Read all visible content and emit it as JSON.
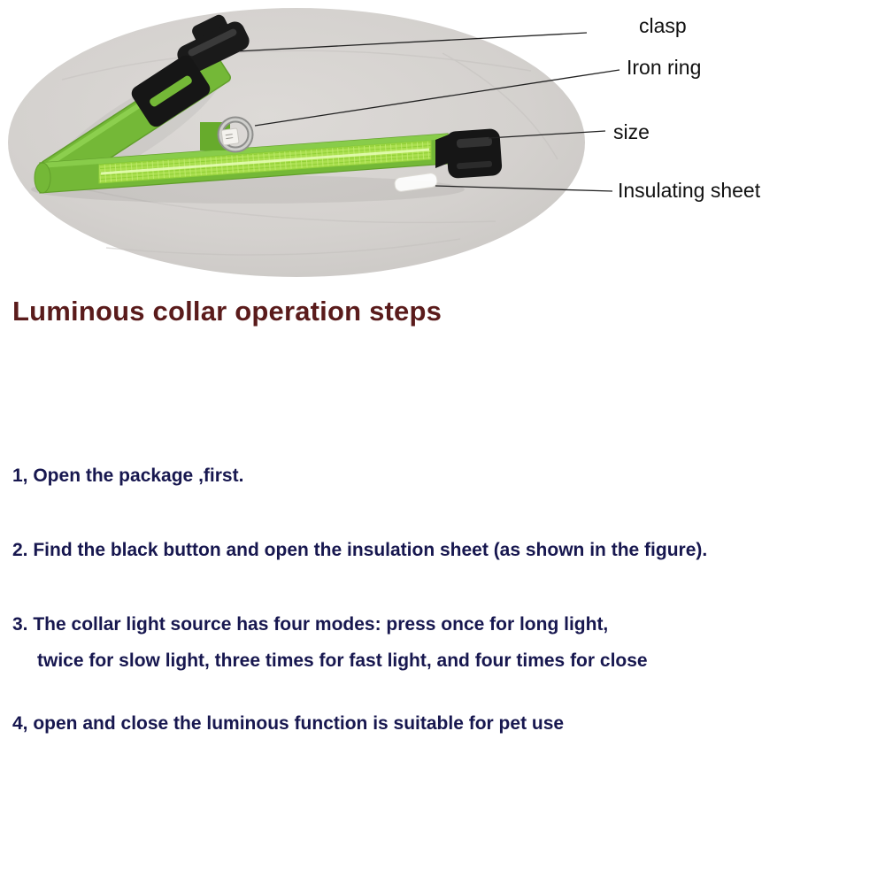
{
  "photo": {
    "callouts": [
      {
        "id": "clasp",
        "label": "clasp"
      },
      {
        "id": "iron-ring",
        "label": "Iron ring"
      },
      {
        "id": "size",
        "label": "size"
      },
      {
        "id": "insulating-sheet",
        "label": "Insulating sheet"
      }
    ]
  },
  "heading": "Luminous collar operation steps",
  "steps": [
    {
      "text": "1, Open the package ,first.",
      "indent": false
    },
    {
      "text": "2. Find the black button and open the insulation sheet (as shown in the figure).",
      "indent": false
    },
    {
      "text": "3. The collar light source has four modes: press once for long light,",
      "indent": false
    },
    {
      "text": "twice for slow light, three times for fast light, and four times for close",
      "indent": true
    },
    {
      "text": "4, open and close the luminous function is suitable for pet use",
      "indent": false
    }
  ],
  "colors": {
    "heading_color": "#5a1b1b",
    "step_color": "#17174f",
    "collar_green": "#74b837",
    "led_green": "#aadf4e",
    "photo_bg": "#d4d1ce",
    "buckle_black": "#1a1a1a"
  }
}
